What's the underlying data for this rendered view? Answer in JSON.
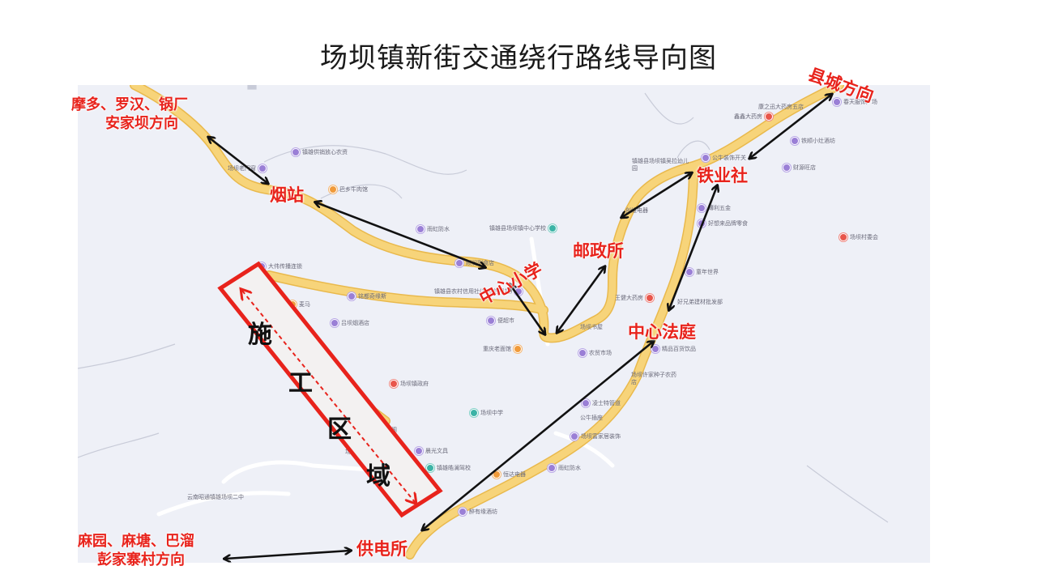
{
  "title": "场坝镇新街交通绕行路线导向图",
  "labels": {
    "top_left_line1": "摩多、罗汉、锅厂",
    "top_left_line2": "安家坝方向",
    "yanzhan": "烟站",
    "zhongxin_xiaoxue": "中心小学",
    "youzhengsuo": "邮政所",
    "tieyeshe": "铁业社",
    "xiancheng": "县城方向",
    "zhongxin_fating": "中心法庭",
    "gongdiansuo": "供电所",
    "bottom_left_line1": "麻园、麻塘、巴溜",
    "bottom_left_line2": "彭家寨村方向",
    "zone_chars": [
      "施",
      "工",
      "区",
      "域"
    ]
  },
  "pois": [
    {
      "name": "镇雄供销放心农资",
      "color": "purple"
    },
    {
      "name": "巴乡牛肉馆",
      "color": "orange"
    },
    {
      "name": "场坝老门窗",
      "color": "purple"
    },
    {
      "name": "雨虹防水",
      "color": "purple"
    },
    {
      "name": "镇雄县场坝镇中心学校",
      "color": "teal"
    },
    {
      "name": "顺润副食店",
      "color": "purple"
    },
    {
      "name": "镇雄县农村信用社(场坝信用社)",
      "color": "purple"
    },
    {
      "name": "大伟传播连锁",
      "color": "purple"
    },
    {
      "name": "铭都奇缘斯",
      "color": "purple"
    },
    {
      "name": "麦马",
      "color": "orange"
    },
    {
      "name": "吕坝烟酒店",
      "color": "purple"
    },
    {
      "name": "便超市",
      "color": "purple"
    },
    {
      "name": "场坝书屋",
      "color": "purple"
    },
    {
      "name": "重庆老面馆",
      "color": "orange"
    },
    {
      "name": "农贸市场",
      "color": "purple"
    },
    {
      "name": "场坝镇政府",
      "color": "red"
    },
    {
      "name": "场坝中学",
      "color": "teal"
    },
    {
      "name": "逸香阁",
      "color": "orange"
    },
    {
      "name": "场坝镇",
      "color": "purple"
    },
    {
      "name": "场坝摄影工作室",
      "color": "purple"
    },
    {
      "name": "晨光文具",
      "color": "purple"
    },
    {
      "name": "镇雄皓澜驾校",
      "color": "teal"
    },
    {
      "name": "恒达电器",
      "color": "orange"
    },
    {
      "name": "雨虹防水",
      "color": "purple"
    },
    {
      "name": "醉有缘酒坊",
      "color": "purple"
    },
    {
      "name": "云南昭通镇雄场坝二中",
      "color": "teal"
    },
    {
      "name": "康之迅大药房五店",
      "color": "purple"
    },
    {
      "name": "鑫鑫大药房",
      "color": "red"
    },
    {
      "name": "公牛装饰开关",
      "color": "purple"
    },
    {
      "name": "镇雄县场坝镇吴拉幼儿园",
      "color": "teal"
    },
    {
      "name": "财源旺店",
      "color": "purple"
    },
    {
      "name": "铁顺小灶酒坊",
      "color": "purple"
    },
    {
      "name": "春天服饰广场",
      "color": "purple"
    },
    {
      "name": "创维电器",
      "color": "purple"
    },
    {
      "name": "薄利五金",
      "color": "purple"
    },
    {
      "name": "好想来品牌零食",
      "color": "purple"
    },
    {
      "name": "童年世界",
      "color": "purple"
    },
    {
      "name": "王健大药房",
      "color": "red"
    },
    {
      "name": "好兄弟建材批发部",
      "color": "purple"
    },
    {
      "name": "精品百货饮品",
      "color": "purple"
    },
    {
      "name": "场坝村委会",
      "color": "red"
    },
    {
      "name": "场坝许家种子农药店",
      "color": "purple"
    },
    {
      "name": "凌士特管道",
      "color": "purple"
    },
    {
      "name": "公牛插座",
      "color": "purple"
    },
    {
      "name": "场坝富家居装饰",
      "color": "purple"
    }
  ],
  "colors": {
    "road": "#f7d47a",
    "road_edge": "#e9b94c",
    "arrow": "#111111",
    "highlight": "#e8231c",
    "map_bg": "#eef0f7",
    "zone_fill": "#f2f0f0"
  }
}
